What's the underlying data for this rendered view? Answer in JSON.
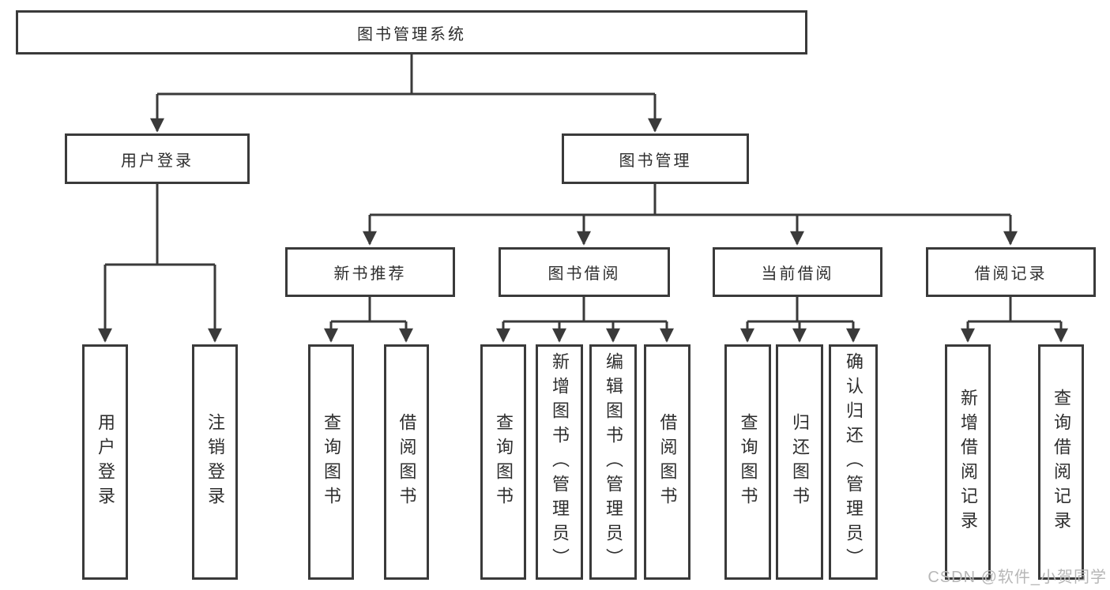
{
  "page": {
    "watermark": "CSDN @软件_小贺同学",
    "colors": {
      "line": "#3a3a3a",
      "box_border": "#3a3a3a",
      "box_fill": "#ffffff",
      "text": "#2e2e2e",
      "watermark": "#b7b7b7",
      "background": "#ffffff"
    }
  },
  "tree": {
    "label": "图书管理系统",
    "children": [
      {
        "label": "用户登录",
        "children": [
          {
            "label": "用户登录"
          },
          {
            "label": "注销登录"
          }
        ]
      },
      {
        "label": "图书管理",
        "children": [
          {
            "label": "新书推荐",
            "children": [
              {
                "label": "查询图书"
              },
              {
                "label": "借阅图书"
              }
            ]
          },
          {
            "label": "图书借阅",
            "children": [
              {
                "label": "查询图书"
              },
              {
                "label": "新增图书（管理员）"
              },
              {
                "label": "编辑图书（管理员）"
              },
              {
                "label": "借阅图书"
              }
            ]
          },
          {
            "label": "当前借阅",
            "children": [
              {
                "label": "查询图书"
              },
              {
                "label": "归还图书"
              },
              {
                "label": "确认归还（管理员）"
              }
            ]
          },
          {
            "label": "借阅记录",
            "children": [
              {
                "label": "新增借阅记录"
              },
              {
                "label": "查询借阅记录"
              }
            ]
          }
        ]
      }
    ]
  }
}
